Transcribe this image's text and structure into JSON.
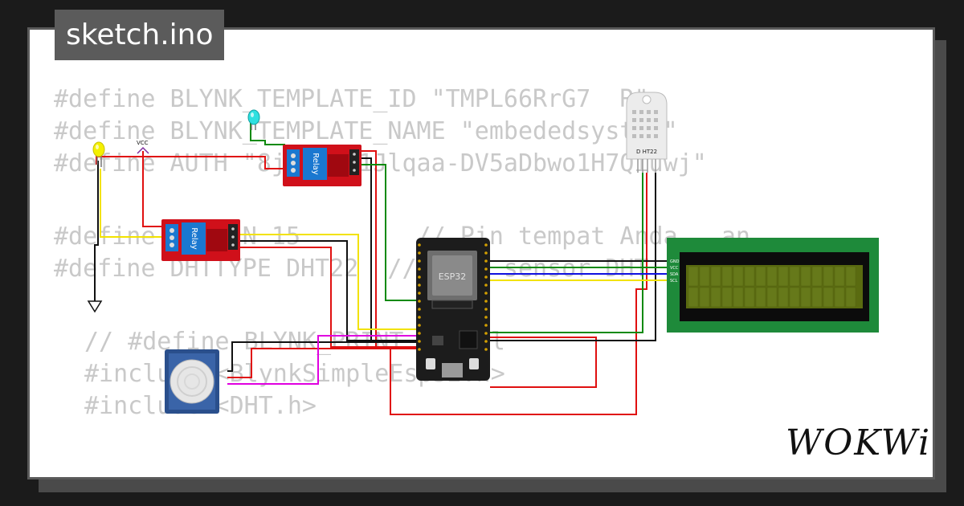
{
  "tab": {
    "filename": "sketch.ino"
  },
  "code_lines": [
    "#define BLYNK_TEMPLATE_ID \"TMPL66RrG7  R\"",
    "#define BLYNK_TEMPLATE_NAME \"embededsystem\"",
    "#define AUTH \"8j   t01Jlqaa-DV5aDbwo1H7Qiuwj\"",
    "",
    "#define DHTPIN 15        // Pin tempat Anda   an",
    "#define DHTTYPE DHT22  // Tipe sensor DHT       una",
    "",
    "// #define BLYNK_PRINT Serial",
    "#include <BlynkSimpleEsp32.h>",
    "#include <DHT.h>"
  ],
  "components": {
    "vcc_label": "VCC",
    "esp32_label": "ESP32",
    "relay_label": "Relay",
    "dht_label": "D HT22",
    "lcd_pins": [
      "GND",
      "VCC",
      "SDA",
      "SCL"
    ]
  },
  "brand": {
    "logo_text": "WOKWi"
  },
  "colors": {
    "background": "#1b1b1b",
    "card": "#ffffff",
    "tab": "#5b5b5b",
    "code_text": "#c9c9c9",
    "relay_board": "#d0101a",
    "esp32_board": "#1c1c1c",
    "lcd_board": "#1e8a3a",
    "lcd_screen": "#5a6b10",
    "wire_red": "#e01010",
    "wire_black": "#111111",
    "wire_green": "#0a8a0a",
    "wire_yellow": "#f2e200",
    "wire_blue": "#1010e0",
    "wire_magenta": "#e000e0"
  }
}
